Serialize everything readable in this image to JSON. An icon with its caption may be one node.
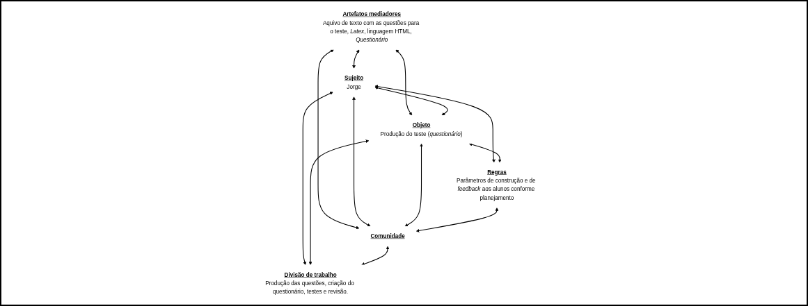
{
  "diagram": {
    "nodes": [
      {
        "text": [
          "Artefatos mediadores",
          "Aquivo de texto com as questões para o teste, *Latex*, linguagem HTML, *Questionário*"
        ]
      },
      {
        "text": [
          "Sujeito",
          "Jorge"
        ]
      },
      {
        "text": [
          "Objeto",
          "Produção do teste (*questionário*)"
        ]
      },
      {
        "text": [
          "Regras",
          "Parâmetros de construção e de *feedback* aos alunos conforme planejamento"
        ]
      },
      {
        "text": [
          "Comunidade"
        ]
      },
      {
        "text": [
          "Divisão de trabalho",
          "Produção das questões, criação do questionário, testes e revisão."
        ]
      }
    ],
    "edges": [
      {
        "from": 0,
        "to": 1,
        "arrow": "both"
      },
      {
        "from": 0,
        "to": 2,
        "arrow": "both"
      },
      {
        "from": 0,
        "to": 4,
        "arrow": "both"
      },
      {
        "from": 1,
        "to": 2,
        "arrow": "both"
      },
      {
        "from": 1,
        "to": 3,
        "arrow": "both"
      },
      {
        "from": 1,
        "to": 4,
        "arrow": "both"
      },
      {
        "from": 1,
        "to": 5,
        "arrow": "both"
      },
      {
        "from": 2,
        "to": 3,
        "arrow": "both"
      },
      {
        "from": 2,
        "to": 4,
        "arrow": "both"
      },
      {
        "from": 2,
        "to": 5,
        "arrow": "both"
      },
      {
        "from": 3,
        "to": 4,
        "arrow": "both"
      },
      {
        "from": 4,
        "to": 5,
        "arrow": "both"
      }
    ]
  }
}
